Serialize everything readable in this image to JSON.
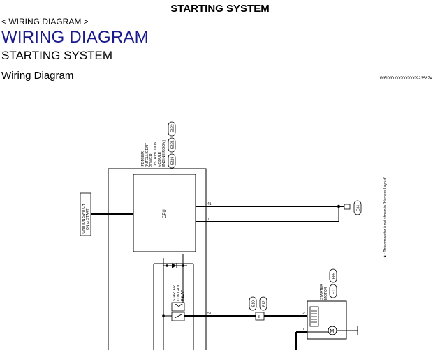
{
  "header": {
    "title": "STARTING SYSTEM"
  },
  "breadcrumb": "< WIRING DIAGRAM >",
  "main_title": "WIRING DIAGRAM",
  "subtitle": "STARTING SYSTEM",
  "section_title": "Wiring Diagram",
  "info_id": "INFOID:0000000009235874",
  "diagram": {
    "ipdm_label": [
      "IPDM E/R",
      "(INTELLIGENT",
      "POWER",
      "DISTRIBUTION",
      "MODULE",
      "ENGINE ROOM)"
    ],
    "ipdm_connectors": [
      "E119",
      "E121",
      "E122"
    ],
    "cpu_label": "CPU",
    "ignition_switch_label": [
      "IGNITION SWITCH",
      "ON or START"
    ],
    "pin_41": "41",
    "pin_7": "7",
    "pin_51": "51",
    "connector_e34": "E34",
    "relay_label": [
      "STARTER",
      "CONTROL",
      "RELAY"
    ],
    "inline_connectors": [
      "E10",
      "F12"
    ],
    "inline_pin": "8",
    "starter_label": [
      "STARTER",
      "MOTOR"
    ],
    "starter_connectors": [
      "E1",
      "F85"
    ],
    "starter_pin_1": "1",
    "starter_pin_2": "2",
    "note": "★ : This connector is not shown in \"Harness Layout\"."
  }
}
